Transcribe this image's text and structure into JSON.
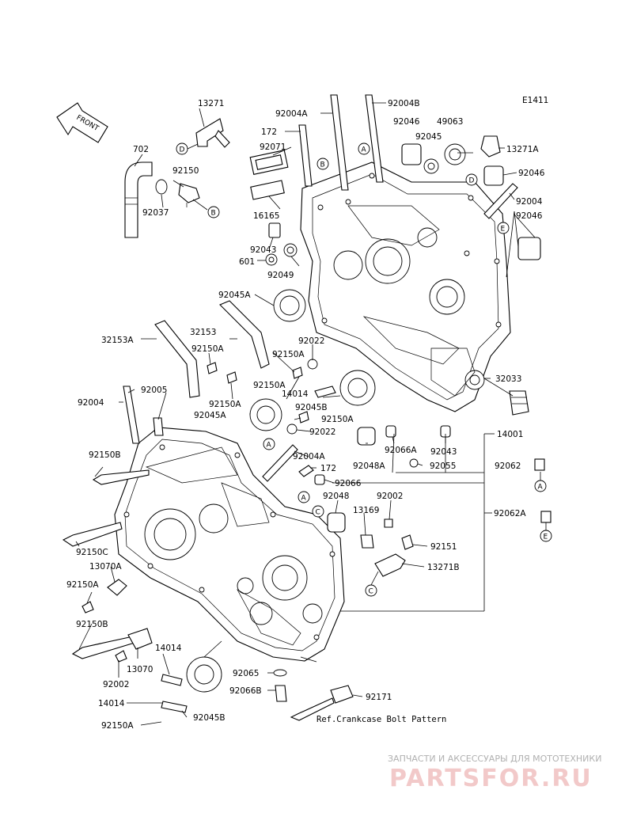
{
  "diagram_code": "E1411",
  "front_label": "FRONT",
  "reference_note": "Ref.Crankcase Bolt Pattern",
  "watermark": {
    "line1": "ЗАПЧАСТИ И АКСЕССУАРЫ ДЛЯ МОТОТЕХНИКИ",
    "line2": "PARTSFOR.RU"
  },
  "callouts": [
    "A",
    "B",
    "C",
    "D",
    "E"
  ],
  "parts": [
    "13271",
    "702",
    "92150",
    "92037",
    "92004A",
    "92004B",
    "92046",
    "49063",
    "13271A",
    "172",
    "92071",
    "92045",
    "16165",
    "92043",
    "601",
    "92049",
    "92004",
    "92045A",
    "32153",
    "32153A",
    "92022",
    "92150A",
    "14014",
    "92045B",
    "32033",
    "92005",
    "92048A",
    "92066A",
    "92055",
    "14001",
    "92150B",
    "92066",
    "92062",
    "92048",
    "92002",
    "13169",
    "92062A",
    "92150C",
    "92151",
    "13070A",
    "13271B",
    "13070",
    "92065",
    "92066B",
    "92171"
  ]
}
